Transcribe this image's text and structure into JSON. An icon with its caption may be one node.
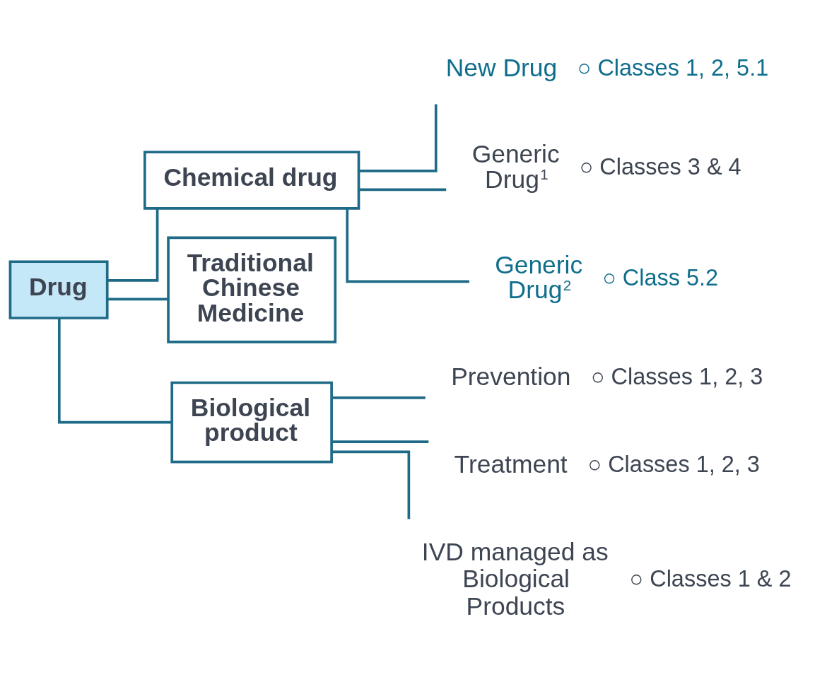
{
  "diagram": {
    "nodes": [
      {
        "text": [
          "Drug"
        ]
      },
      {
        "text": [
          "Chemical drug"
        ]
      },
      {
        "text": [
          "New Drug"
        ],
        "beside": [
          "○ Classes 1, 2, 5.1"
        ]
      },
      {
        "text": [
          "Generic Drug$^{1}$"
        ],
        "beside": [
          "○ Classes 3 & 4"
        ]
      },
      {
        "text": [
          "Generic Drug$^{2}$"
        ],
        "beside": [
          "○ Class 5.2"
        ]
      },
      {
        "text": [
          "Traditional Chinese Medicine"
        ]
      },
      {
        "text": [
          "Biological product"
        ]
      },
      {
        "text": [
          "Prevention"
        ],
        "beside": [
          "○ Classes 1, 2, 3"
        ]
      },
      {
        "text": [
          "Treatment"
        ],
        "beside": [
          "○ Classes 1, 2, 3"
        ]
      },
      {
        "text": [
          "IVD managed as Biological Products"
        ],
        "beside": [
          "○ Classes 1 & 2"
        ]
      }
    ],
    "edges": [
      {
        "from": 0,
        "to": 1,
        "arrow": "none"
      },
      {
        "from": 0,
        "to": 5,
        "arrow": "none"
      },
      {
        "from": 0,
        "to": 6,
        "arrow": "none"
      },
      {
        "from": 1,
        "to": 2,
        "arrow": "none"
      },
      {
        "from": 1,
        "to": 3,
        "arrow": "none"
      },
      {
        "from": 1,
        "to": 4,
        "arrow": "none"
      },
      {
        "from": 6,
        "to": 7,
        "arrow": "none"
      },
      {
        "from": 6,
        "to": 8,
        "arrow": "none"
      },
      {
        "from": 6,
        "to": 9,
        "arrow": "none"
      }
    ]
  }
}
